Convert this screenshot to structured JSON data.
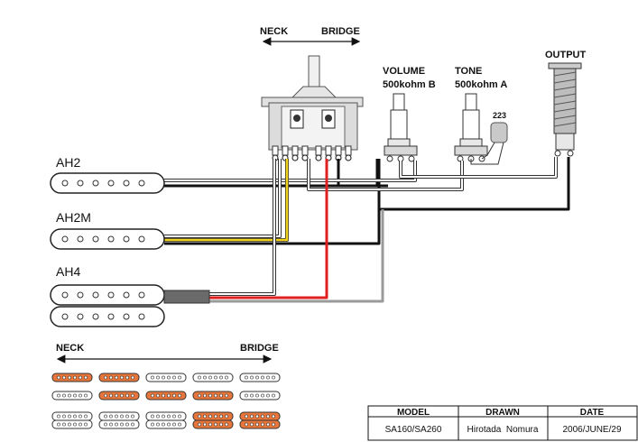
{
  "selector": {
    "neck_label": "NECK",
    "bridge_label": "BRIDGE"
  },
  "volume": {
    "label": "VOLUME",
    "value": "500kohm B"
  },
  "tone": {
    "label": "TONE",
    "value": "500kohm A",
    "capacitor": "223"
  },
  "output": {
    "label": "OUTPUT"
  },
  "pickups": [
    {
      "name": "AH2"
    },
    {
      "name": "AH2M"
    },
    {
      "name": "AH4"
    }
  ],
  "positions_legend": {
    "neck_label": "NECK",
    "bridge_label": "BRIDGE",
    "rows": [
      [
        [
          "on",
          "on"
        ],
        [
          "on",
          "on"
        ],
        [
          "off",
          "off"
        ],
        [
          "off",
          "off"
        ],
        [
          "off",
          "off"
        ]
      ],
      [
        [
          "off",
          "off"
        ],
        [
          "on",
          "on"
        ],
        [
          "on",
          "on"
        ],
        [
          "on",
          "off"
        ],
        [
          "off",
          "off"
        ]
      ],
      [
        [
          "off",
          "off"
        ],
        [
          "off",
          "off"
        ],
        [
          "off",
          "off"
        ],
        [
          "on",
          "on"
        ],
        [
          "on",
          "on"
        ]
      ]
    ],
    "on_color": "#e8763a",
    "off_color": "#ffffff"
  },
  "info_table": {
    "headers": [
      "MODEL",
      "DRAWN",
      "DATE"
    ],
    "values": [
      "SA160/SA260",
      "Hirotada  Nomura",
      "2006/JUNE/29"
    ]
  },
  "wire_colors": {
    "black": "#111111",
    "white": "#ffffff",
    "yellow": "#f2d21b",
    "red": "#e21f1f",
    "gray": "#9a9a9a"
  }
}
